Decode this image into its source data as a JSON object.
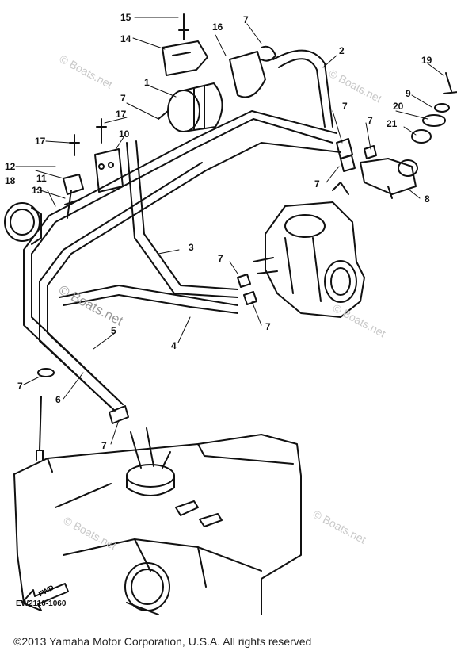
{
  "diagram": {
    "callouts": [
      "1",
      "2",
      "3",
      "4",
      "5",
      "6",
      "7",
      "8",
      "9",
      "10",
      "11",
      "12",
      "13",
      "14",
      "15",
      "16",
      "17",
      "18",
      "19",
      "20",
      "21"
    ],
    "watermark_text": "© Boats.net",
    "fwd_label": "FWD",
    "part_code": "EW2110-1060",
    "copyright": "©2013 Yamaha Motor Corporation, U.S.A. All rights reserved"
  }
}
